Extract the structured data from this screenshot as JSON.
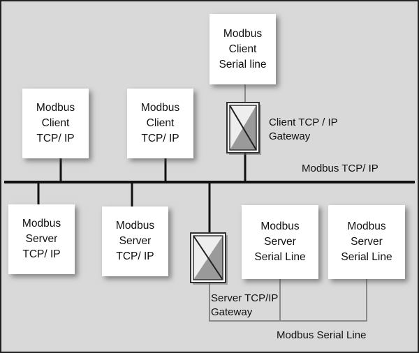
{
  "nodes": {
    "client_serial": [
      "Modbus",
      "Client",
      "Serial line"
    ],
    "client_tcp_1": [
      "Modbus",
      "Client",
      "TCP/ IP"
    ],
    "client_tcp_2": [
      "Modbus",
      "Client",
      "TCP/ IP"
    ],
    "server_tcp_1": [
      "Modbus",
      "Server",
      "TCP/ IP"
    ],
    "server_tcp_2": [
      "Modbus",
      "Server",
      "TCP/ IP"
    ],
    "server_serial_1": [
      "Modbus",
      "Server",
      "Serial Line"
    ],
    "server_serial_2": [
      "Modbus",
      "Server",
      "Serial Line"
    ]
  },
  "labels": {
    "client_gateway": [
      "Client TCP / IP",
      "Gateway"
    ],
    "server_gateway": [
      "Server TCP/IP",
      "Gateway"
    ],
    "tcp_bus": "Modbus TCP/ IP",
    "serial_bus": "Modbus Serial Line"
  },
  "colors": {
    "background": "#d9d9d9",
    "box": "#ffffff",
    "bus": "#111111",
    "serial_wire": "#8a8a8a"
  }
}
